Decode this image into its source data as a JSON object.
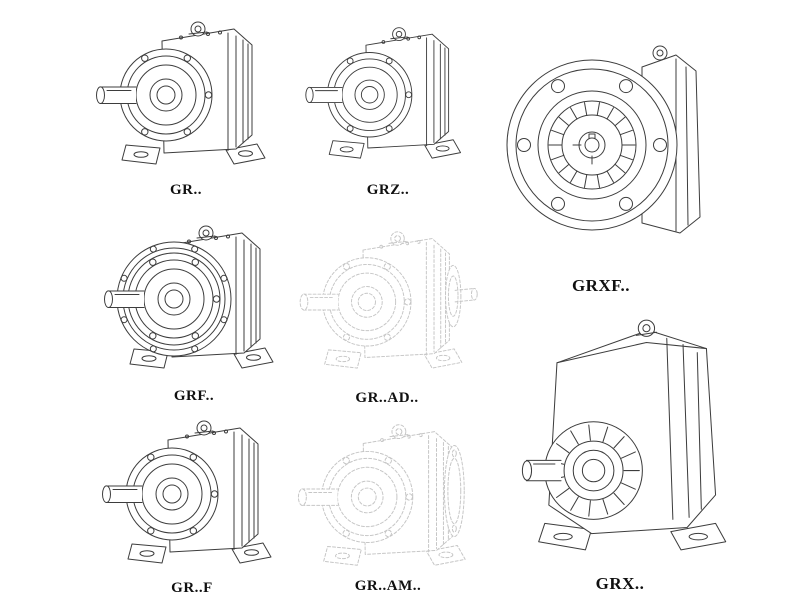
{
  "page": {
    "background_color": "#ffffff",
    "line_color": "#3d3d3d",
    "ghost_line_color": "#c6c6c6",
    "description": "Catalog sheet of helical gear reducer technical line drawings"
  },
  "figures": [
    {
      "id": "gr",
      "label": "GR..",
      "style": "solid"
    },
    {
      "id": "grz",
      "label": "GRZ..",
      "style": "solid"
    },
    {
      "id": "grxf",
      "label": "GRXF..",
      "style": "solid"
    },
    {
      "id": "grf",
      "label": "GRF..",
      "style": "solid"
    },
    {
      "id": "gr-ad",
      "label": "GR..AD..",
      "style": "ghost"
    },
    {
      "id": "gr-f",
      "label": "GR..F",
      "style": "solid"
    },
    {
      "id": "gr-am",
      "label": "GR..AM..",
      "style": "ghost"
    },
    {
      "id": "grx",
      "label": "GRX..",
      "style": "solid"
    }
  ]
}
